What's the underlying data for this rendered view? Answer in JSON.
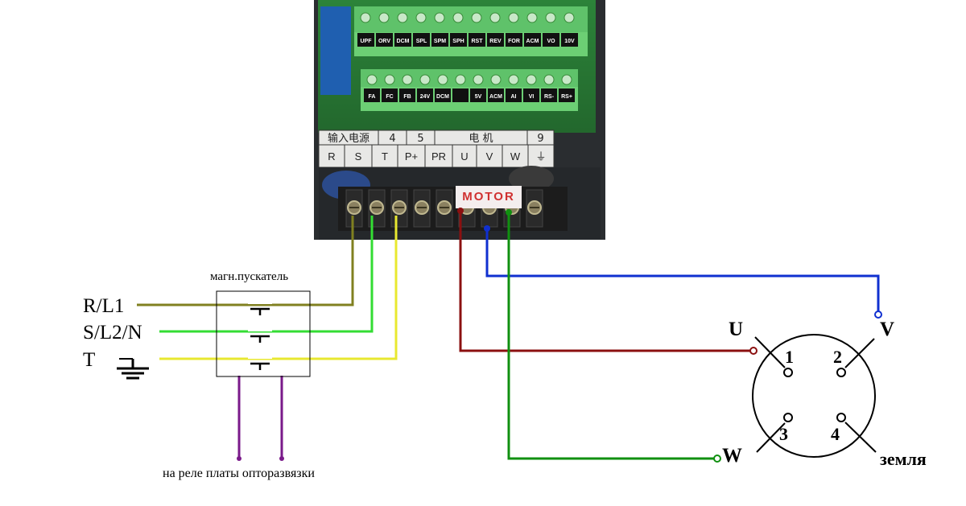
{
  "colors": {
    "background": "#ffffff",
    "wire_R": "#808020",
    "wire_S": "#33dd33",
    "wire_T": "#e8e830",
    "wire_U": "#8b1010",
    "wire_V": "#1030d0",
    "wire_W": "#109010",
    "wire_relay": "#7a1a8a"
  },
  "board": {
    "top_terminals": [
      "UPF",
      "ORV",
      "DCM",
      "SPL",
      "SPM",
      "SPH",
      "RST",
      "REV",
      "FOR",
      "ACM",
      "VO",
      "10V"
    ],
    "bottom_terminals": [
      "FA",
      "FC",
      "FB",
      "24V",
      "DCM",
      "",
      "5V",
      "ACM",
      "AI",
      "VI",
      "RS-",
      "RS+"
    ],
    "header_row1": [
      "输入电源",
      "4",
      "5",
      "电 机",
      "9"
    ],
    "header_row2": [
      "R",
      "S",
      "T",
      "P+",
      "PR",
      "U",
      "V",
      "W",
      "⏚"
    ],
    "motor_label": "MOTOR"
  },
  "labels": {
    "phase_R": "R/L1",
    "phase_S": "S/L2/N",
    "phase_T": "T",
    "contactor": "магн.пускатель",
    "relay_note": "на реле платы опторазвязки",
    "motor_U": "U",
    "motor_V": "V",
    "motor_W": "W",
    "ground": "земля",
    "pin1": "1",
    "pin2": "2",
    "pin3": "3",
    "pin4": "4"
  },
  "icons": [
    "ground-icon",
    "contactor-contact-icon"
  ]
}
